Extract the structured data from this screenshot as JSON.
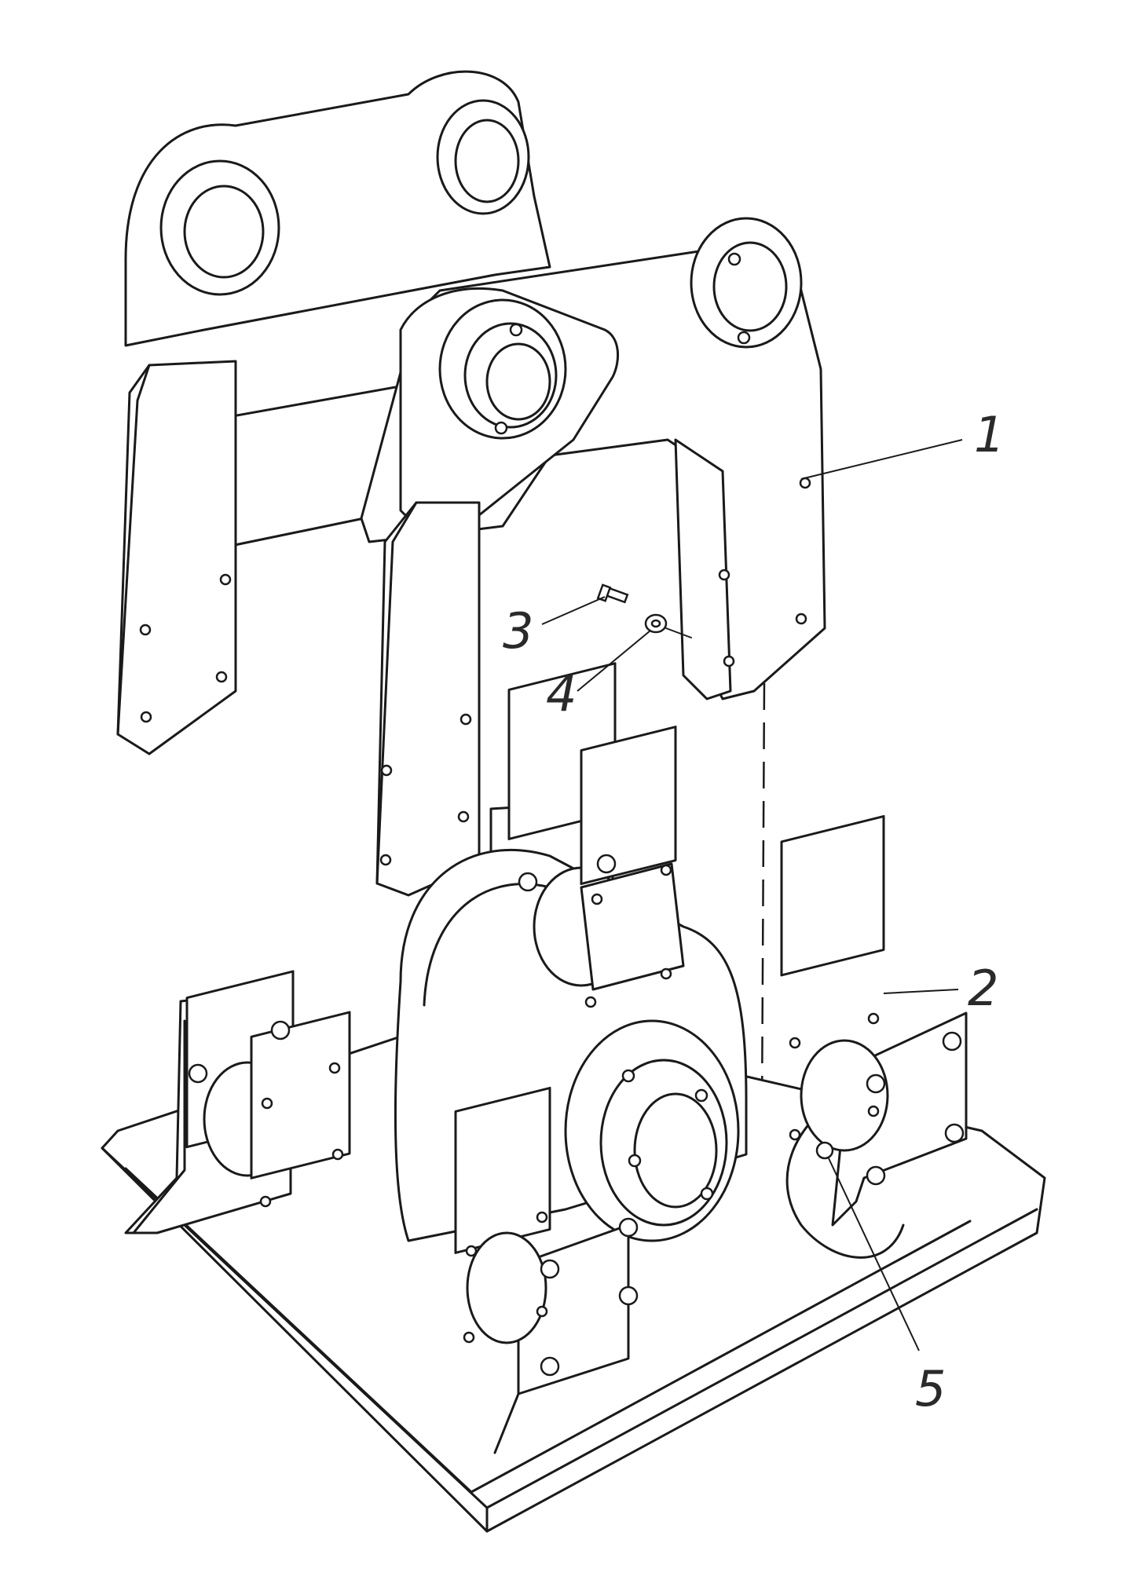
{
  "callouts": [
    {
      "id": "1",
      "label": "1"
    },
    {
      "id": "2",
      "label": "2"
    },
    {
      "id": "3",
      "label": "3"
    },
    {
      "id": "4",
      "label": "4"
    },
    {
      "id": "5",
      "label": "5"
    }
  ],
  "colors": {
    "line": "#1a1a1a",
    "background": "#ffffff"
  }
}
